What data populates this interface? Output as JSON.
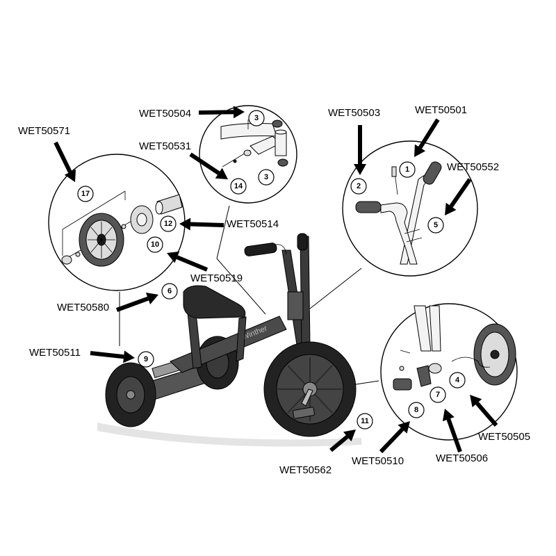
{
  "brand_label": "Winther",
  "part_labels": [
    {
      "id": "WET50504",
      "text": "WET50504"
    },
    {
      "id": "WET50531",
      "text": "WET50531"
    },
    {
      "id": "WET50571",
      "text": "WET50571"
    },
    {
      "id": "WET50514",
      "text": "WET50514"
    },
    {
      "id": "WET50519",
      "text": "WET50519"
    },
    {
      "id": "WET50580",
      "text": "WET50580"
    },
    {
      "id": "WET50511",
      "text": "WET50511"
    },
    {
      "id": "WET50503",
      "text": "WET50503"
    },
    {
      "id": "WET50501",
      "text": "WET50501"
    },
    {
      "id": "WET50552",
      "text": "WET50552"
    },
    {
      "id": "WET50505",
      "text": "WET50505"
    },
    {
      "id": "WET50506",
      "text": "WET50506"
    },
    {
      "id": "WET50510",
      "text": "WET50510"
    },
    {
      "id": "WET50562",
      "text": "WET50562"
    }
  ],
  "callouts": {
    "c3a": "3",
    "c3b": "3",
    "c14": "14",
    "c17": "17",
    "c12": "12",
    "c10": "10",
    "c1": "1",
    "c2": "2",
    "c5": "5",
    "c6": "6",
    "c9": "9",
    "c11": "11",
    "c4": "4",
    "c7": "7",
    "c8": "8"
  }
}
